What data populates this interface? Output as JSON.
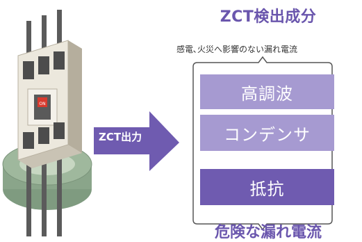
{
  "title": "ZCT検出成分",
  "subtitle": "感電､火災へ影響のない漏れ電流",
  "components": [
    {
      "label": "高調波"
    },
    {
      "label": "コンデンサ"
    },
    {
      "label": "抵抗"
    }
  ],
  "bottom_title": "危険な漏れ電流",
  "arrow_label": "ZCT出力",
  "breaker_label": "ON",
  "colors": {
    "accent": "#6a56ad",
    "light_card": "#a69ad1",
    "dark_card": "#6f5bb0",
    "breaker_body": "#e7e2d6",
    "ring_body": "#8aa58a"
  }
}
